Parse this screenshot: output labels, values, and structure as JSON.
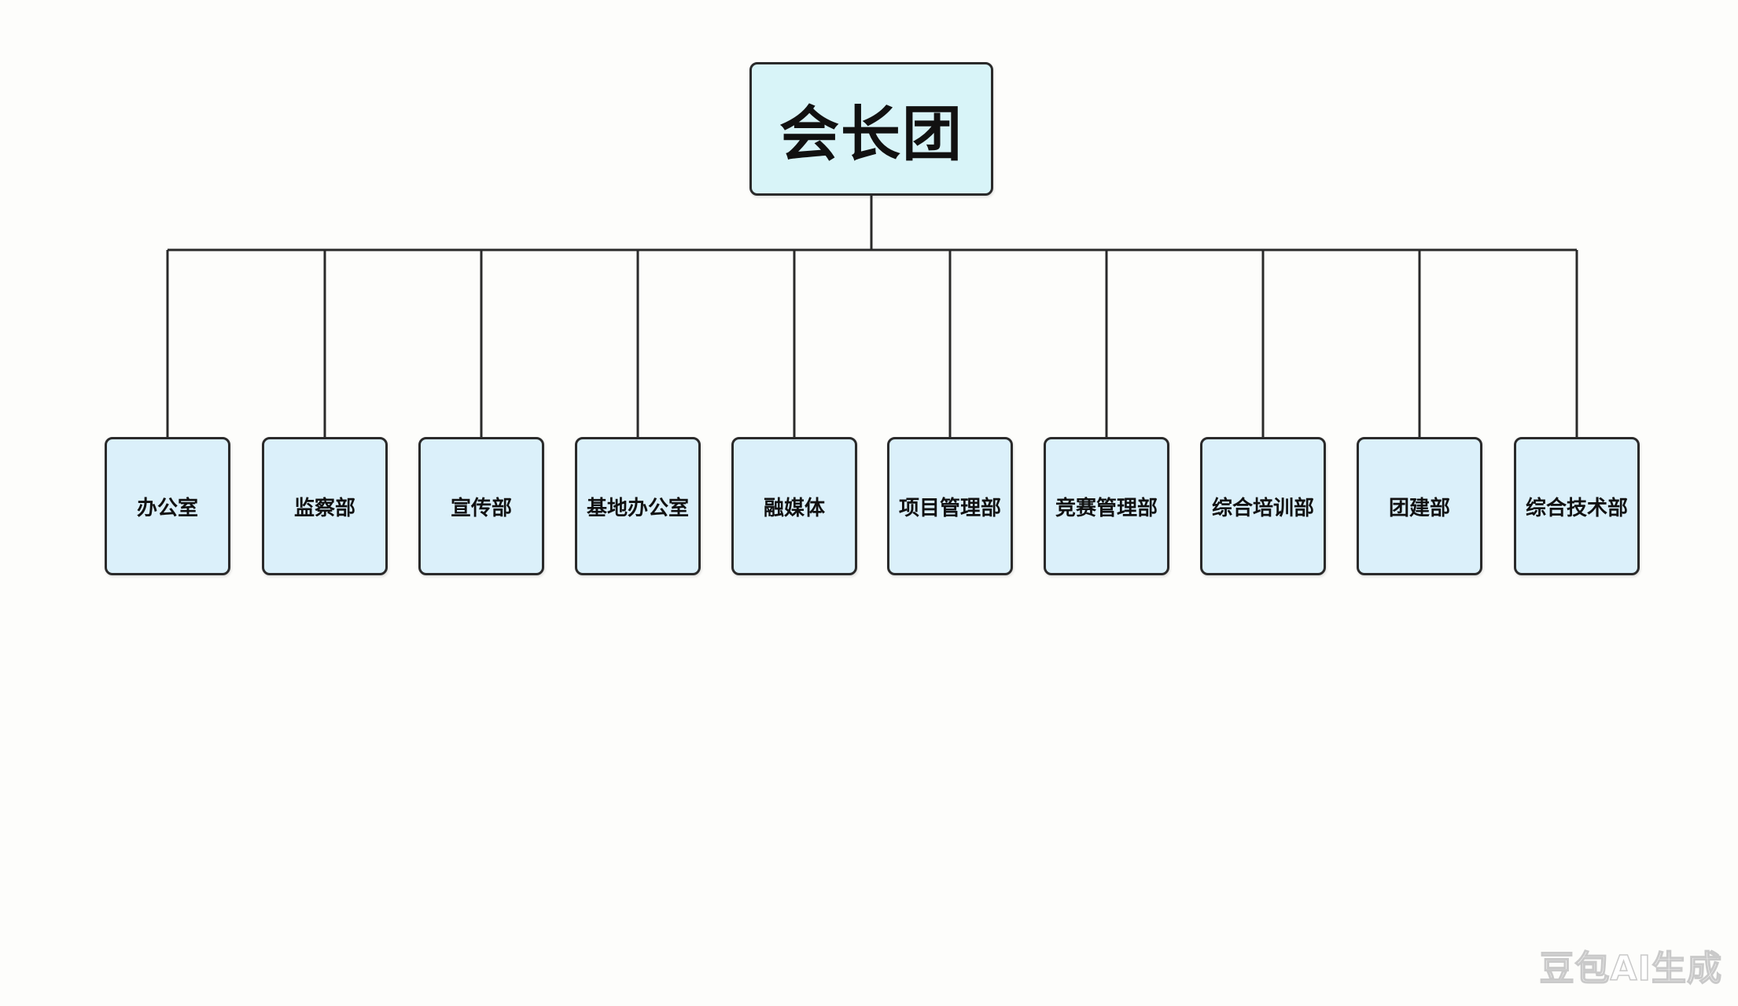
{
  "root": {
    "label": "会长团"
  },
  "departments": [
    {
      "label": "办公室"
    },
    {
      "label": "监察部"
    },
    {
      "label": "宣传部"
    },
    {
      "label": "基地办公室"
    },
    {
      "label": "融媒体"
    },
    {
      "label": "项目管理部"
    },
    {
      "label": "竞赛管理部"
    },
    {
      "label": "综合培训部"
    },
    {
      "label": "团建部"
    },
    {
      "label": "综合技术部"
    }
  ],
  "watermark": "豆包AI生成",
  "colors": {
    "root_fill": "#d8f4f8",
    "dept_fill": "#dbf0fa",
    "stroke": "#2a2a2a"
  }
}
